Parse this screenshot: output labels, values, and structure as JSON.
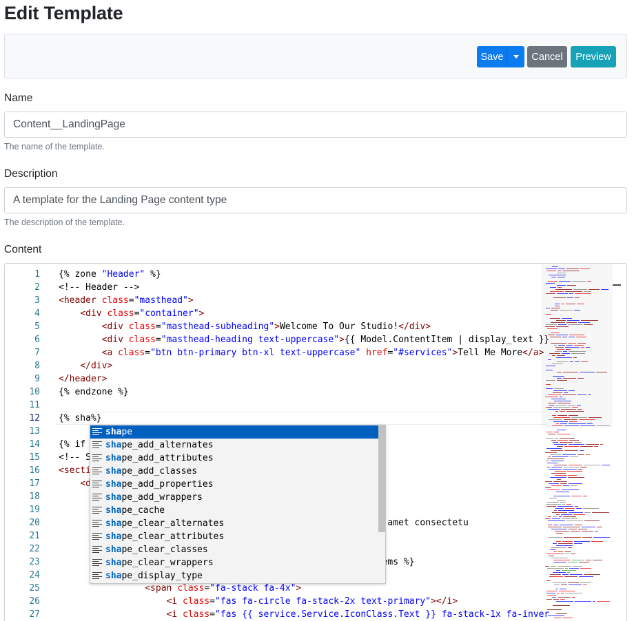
{
  "page": {
    "title": "Edit Template"
  },
  "toolbar": {
    "save_label": "Save",
    "cancel_label": "Cancel",
    "preview_label": "Preview"
  },
  "name_field": {
    "label": "Name",
    "value": "Content__LandingPage",
    "help": "The name of the template."
  },
  "description_field": {
    "label": "Description",
    "value": "A template for the Landing Page content type",
    "help": "The description of the template."
  },
  "content_field": {
    "label": "Content"
  },
  "colors": {
    "primary": "#0a7cf0",
    "secondary": "#6c757d",
    "info": "#17a2b8",
    "selection": "#0060c0"
  },
  "editor": {
    "active_line": 12,
    "lines": [
      {
        "n": "1",
        "segs": [
          [
            "lq",
            "{% zone "
          ],
          [
            "str",
            "\"Header\""
          ],
          [
            "lq",
            " %}"
          ]
        ]
      },
      {
        "n": "2",
        "segs": [
          [
            "comment",
            "<!-- Header -->"
          ]
        ]
      },
      {
        "n": "3",
        "segs": [
          [
            "tag",
            "<header"
          ],
          [
            "lq",
            " "
          ],
          [
            "attr",
            "class"
          ],
          [
            "lq",
            "="
          ],
          [
            "str",
            "\"masthead\""
          ],
          [
            "tag",
            ">"
          ]
        ]
      },
      {
        "n": "4",
        "segs": [
          [
            "lq",
            "    "
          ],
          [
            "tag",
            "<div"
          ],
          [
            "lq",
            " "
          ],
          [
            "attr",
            "class"
          ],
          [
            "lq",
            "="
          ],
          [
            "str",
            "\"container\""
          ],
          [
            "tag",
            ">"
          ]
        ]
      },
      {
        "n": "5",
        "segs": [
          [
            "lq",
            "        "
          ],
          [
            "tag",
            "<div"
          ],
          [
            "lq",
            " "
          ],
          [
            "attr",
            "class"
          ],
          [
            "lq",
            "="
          ],
          [
            "str",
            "\"masthead-subheading\""
          ],
          [
            "tag",
            ">"
          ],
          [
            "lq",
            "Welcome To Our Studio!"
          ],
          [
            "tag",
            "</div>"
          ]
        ]
      },
      {
        "n": "6",
        "segs": [
          [
            "lq",
            "        "
          ],
          [
            "tag",
            "<div"
          ],
          [
            "lq",
            " "
          ],
          [
            "attr",
            "class"
          ],
          [
            "lq",
            "="
          ],
          [
            "str",
            "\"masthead-heading text-uppercase\""
          ],
          [
            "tag",
            ">"
          ],
          [
            "lq",
            "{{ Model.ContentItem | display_text }}"
          ]
        ]
      },
      {
        "n": "7",
        "segs": [
          [
            "lq",
            "        "
          ],
          [
            "tag",
            "<a"
          ],
          [
            "lq",
            " "
          ],
          [
            "attr",
            "class"
          ],
          [
            "lq",
            "="
          ],
          [
            "str",
            "\"btn btn-primary btn-xl text-uppercase\""
          ],
          [
            "lq",
            " "
          ],
          [
            "attr",
            "href"
          ],
          [
            "lq",
            "="
          ],
          [
            "str",
            "\"#services\""
          ],
          [
            "tag",
            ">"
          ],
          [
            "lq",
            "Tell Me More"
          ],
          [
            "tag",
            "</a>"
          ]
        ]
      },
      {
        "n": "8",
        "segs": [
          [
            "lq",
            "    "
          ],
          [
            "tag",
            "</div>"
          ]
        ]
      },
      {
        "n": "9",
        "segs": [
          [
            "tag",
            "</header>"
          ]
        ]
      },
      {
        "n": "10",
        "segs": [
          [
            "lq",
            "{% endzone %}"
          ]
        ]
      },
      {
        "n": "11",
        "segs": []
      },
      {
        "n": "12",
        "segs": [
          [
            "lq",
            "{% sha%}"
          ]
        ]
      },
      {
        "n": "13",
        "segs": []
      },
      {
        "n": "14",
        "segs": [
          [
            "lq",
            "{% if                                             %}"
          ]
        ]
      },
      {
        "n": "15",
        "segs": [
          [
            "lq",
            "<!-- S"
          ]
        ]
      },
      {
        "n": "16",
        "segs": [
          [
            "tag",
            "<secti"
          ]
        ]
      },
      {
        "n": "17",
        "segs": [
          [
            "lq",
            "    "
          ],
          [
            "tag",
            "<d"
          ]
        ]
      },
      {
        "n": "18",
        "segs": []
      },
      {
        "n": "19",
        "segs": [
          [
            "lq",
            "                                                s"
          ],
          [
            "tag",
            "</h2>"
          ]
        ]
      },
      {
        "n": "20",
        "segs": [
          [
            "lq",
            "                                               sum dolor sit amet consectetu"
          ]
        ]
      },
      {
        "n": "21",
        "segs": []
      },
      {
        "n": "22",
        "segs": []
      },
      {
        "n": "23",
        "segs": [
          [
            "lq",
            "                                                es.ContentItems %}"
          ]
        ]
      },
      {
        "n": "24",
        "segs": []
      },
      {
        "n": "25",
        "segs": [
          [
            "lq",
            "                "
          ],
          [
            "tag",
            "<span"
          ],
          [
            "lq",
            " "
          ],
          [
            "attr",
            "class"
          ],
          [
            "lq",
            "="
          ],
          [
            "str",
            "\"fa-stack fa-4x\""
          ],
          [
            "tag",
            ">"
          ]
        ]
      },
      {
        "n": "26",
        "segs": [
          [
            "lq",
            "                    "
          ],
          [
            "tag",
            "<i"
          ],
          [
            "lq",
            " "
          ],
          [
            "attr",
            "class"
          ],
          [
            "lq",
            "="
          ],
          [
            "str",
            "\"fas fa-circle fa-stack-2x text-primary\""
          ],
          [
            "tag",
            "></i>"
          ]
        ]
      },
      {
        "n": "27",
        "segs": [
          [
            "lq",
            "                    "
          ],
          [
            "tag",
            "<i"
          ],
          [
            "lq",
            " "
          ],
          [
            "attr",
            "class"
          ],
          [
            "lq",
            "="
          ],
          [
            "str",
            "\"fas {{ service.Service.IconClass.Text }} fa-stack-1x fa-inver"
          ]
        ]
      }
    ]
  },
  "suggestions": {
    "typed": "sha",
    "items": [
      "shape",
      "shape_add_alternates",
      "shape_add_attributes",
      "shape_add_classes",
      "shape_add_properties",
      "shape_add_wrappers",
      "shape_cache",
      "shape_clear_alternates",
      "shape_clear_attributes",
      "shape_clear_classes",
      "shape_clear_wrappers",
      "shape_display_type"
    ],
    "selected_index": 0
  }
}
